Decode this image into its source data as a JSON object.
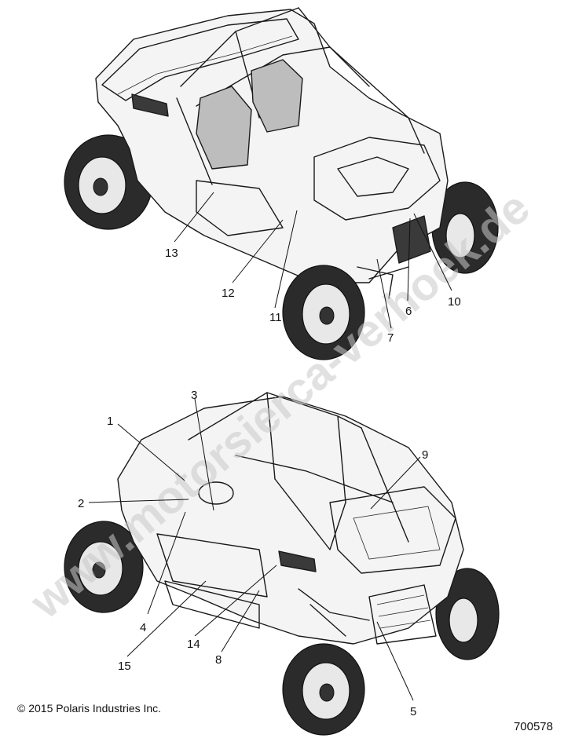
{
  "copyright": "© 2015 Polaris Industries Inc.",
  "drawing_number": "700578",
  "watermark_text": "www.motorsierca-verhoek.de",
  "top_view_callouts": [
    "13",
    "12",
    "11",
    "10",
    "6",
    "7"
  ],
  "bottom_view_callouts": [
    "1",
    "2",
    "3",
    "4",
    "15",
    "14",
    "8",
    "9",
    "5"
  ],
  "colors": {
    "ink": "#1a1a1a",
    "watermark": "#c9c9c9",
    "background": "#ffffff"
  }
}
